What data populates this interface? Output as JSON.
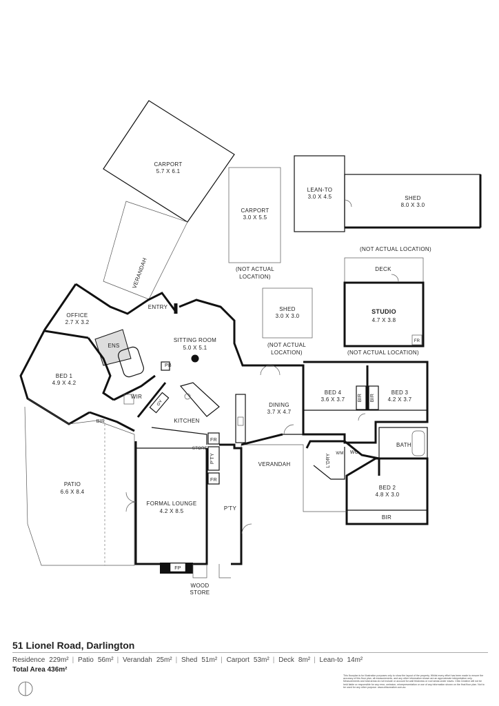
{
  "rooms": {
    "carport1_name": "CARPORT",
    "carport1_dims": "5.7 X 6.1",
    "carport2_name": "CARPORT",
    "carport2_dims": "3.0 X 5.5",
    "carport2_note1": "(NOT ACTUAL",
    "carport2_note2": "LOCATION)",
    "leanto_name": "LEAN-TO",
    "leanto_dims": "3.0 X 4.5",
    "shed1_name": "SHED",
    "shed1_dims": "8.0 X 3.0",
    "shed1_note": "(NOT ACTUAL LOCATION)",
    "deck_name": "DECK",
    "studio_name": "STUDIO",
    "studio_dims": "4.7 X 3.8",
    "studio_fr": "FR",
    "studio_note": "(NOT ACTUAL LOCATION)",
    "shed2_name": "SHED",
    "shed2_dims": "3.0 X 3.0",
    "shed2_note1": "(NOT ACTUAL",
    "shed2_note2": "LOCATION)",
    "verandah_top": "VERANDAH",
    "entry": "ENTRY",
    "office_name": "OFFICE",
    "office_dims": "2.7 X 3.2",
    "ens": "ENS",
    "sitting_name": "SITTING ROOM",
    "sitting_dims": "5.0 X 5.1",
    "pb": "PB",
    "bed1_name": "BED 1",
    "bed1_dims": "4.9 X 4.2",
    "wir": "WIR",
    "ov": "OV",
    "kitchen": "KITCHEN",
    "bir1": "BIR",
    "dining_name": "DINING",
    "dining_dims": "3.7 X 4.7",
    "bed4_name": "BED 4",
    "bed4_dims": "3.6 X 3.7",
    "bed3_name": "BED 3",
    "bed3_dims": "4.2 X 3.7",
    "bir_a": "BIR",
    "bir_b": "BIR",
    "bath": "BATH",
    "wm": "WM",
    "wc": "WC",
    "ldry": "L'DRY",
    "fr1": "FR",
    "store": "STORE",
    "pty1": "P'TY",
    "fr2": "FR",
    "verandah_mid": "VERANDAH",
    "patio_name": "PATIO",
    "patio_dims": "6.6 X 8.4",
    "lounge_name": "FORMAL LOUNGE",
    "lounge_dims": "4.2 X 8.5",
    "pty2": "P'TY",
    "bed2_name": "BED 2",
    "bed2_dims": "4.8 X 3.0",
    "bir2": "BIR",
    "fp": "FP",
    "woodstore1": "WOOD",
    "woodstore2": "STORE"
  },
  "footer": {
    "address": "51 Lionel Road, Darlington",
    "areas": [
      {
        "label": "Residence",
        "value": "229m²"
      },
      {
        "label": "Patio",
        "value": "56m²"
      },
      {
        "label": "Verandah",
        "value": "25m²"
      },
      {
        "label": "Shed",
        "value": "51m²"
      },
      {
        "label": "Carport",
        "value": "53m²"
      },
      {
        "label": "Deck",
        "value": "8m²"
      },
      {
        "label": "Lean-to",
        "value": "14m²"
      }
    ],
    "total_label": "Total Area",
    "total_value": "436m²",
    "disclaimer": "This floorplan is for illustration purposes only to show the layout of the property. Whilst every effort has been made to ensure the accuracy of this floor plan, all measurements, and any other information shown are an approximate interpretation only. Measurements and total areas do not include or account for wall thickness or roof areas under eaves. Cfds Creative will not be held liable or responsible for any error, omission, misrepresentation or use of any information shown on the final floor plan. Not to be used for any other purpose. www.cfdscreative.com.au"
  },
  "icons": {
    "compass": "north-compass-icon"
  }
}
